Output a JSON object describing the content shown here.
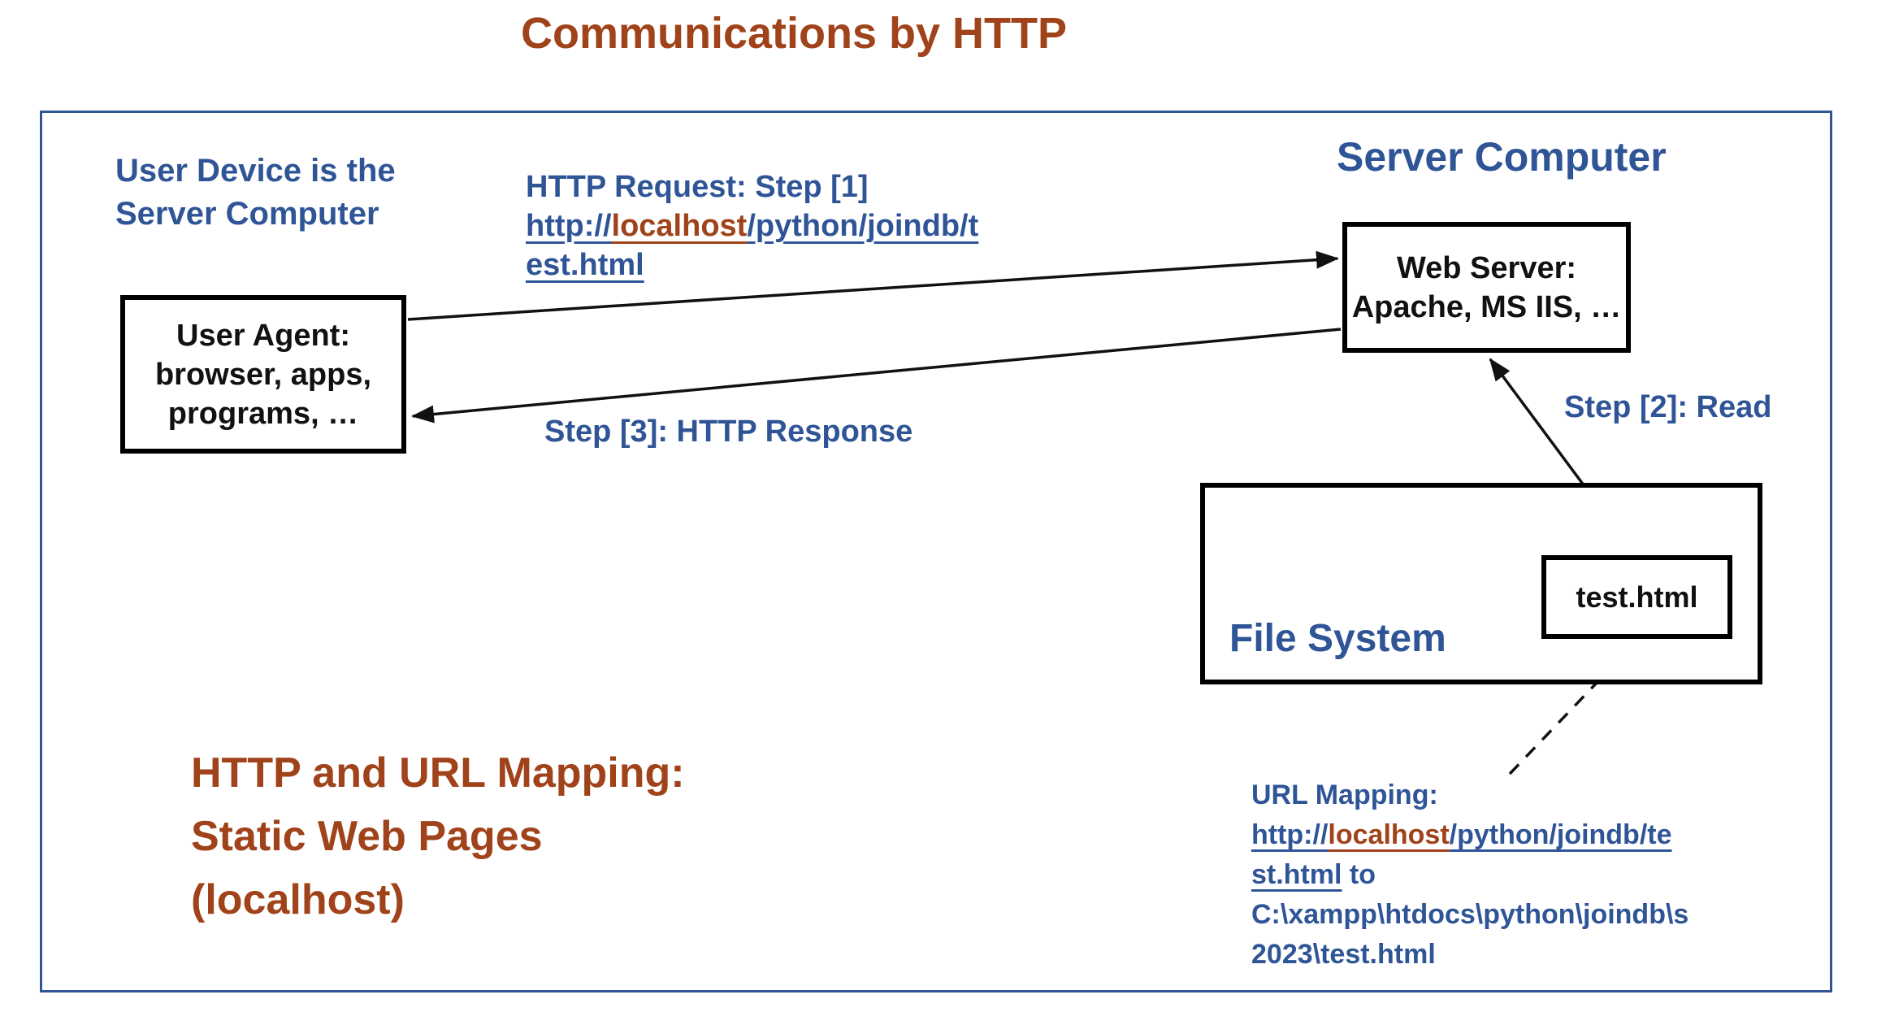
{
  "title": "Communications by HTTP",
  "colors": {
    "blue": "#2F5597",
    "brown": "#A0421A",
    "outer_border": "#2F5597",
    "box_border": "#000000"
  },
  "labels": {
    "user_device_line1": "User Device is the",
    "user_device_line2": "Server Computer",
    "server_computer": "Server Computer",
    "step3": "Step [3]: HTTP Response",
    "step2": "Step [2]: Read",
    "file_system": "File System"
  },
  "boxes": {
    "user_agent": {
      "line1": "User Agent:",
      "line2": "browser, apps,",
      "line3": "programs, …"
    },
    "web_server": {
      "line1": "Web Server:",
      "line2": "Apache, MS IIS, …"
    },
    "test_html": {
      "label": "test.html"
    }
  },
  "http_request": {
    "heading": "HTTP Request: Step [1]",
    "url_pre": "http://",
    "url_host": "localhost",
    "url_post": "/python/joindb/t",
    "url_wrap": "est.html"
  },
  "url_mapping": {
    "heading": "URL Mapping:",
    "url_pre": "http://",
    "url_host": "localhost",
    "url_post": "/python/joindb/te",
    "url_wrap": "st.html",
    "url_tail": " to",
    "path_line1": "C:\\xampp\\htdocs\\python\\joindb\\s",
    "path_line2": "2023\\test.html"
  },
  "footer": {
    "line1": "HTTP and URL Mapping:",
    "line2": "Static Web Pages",
    "line3": "(localhost)"
  }
}
